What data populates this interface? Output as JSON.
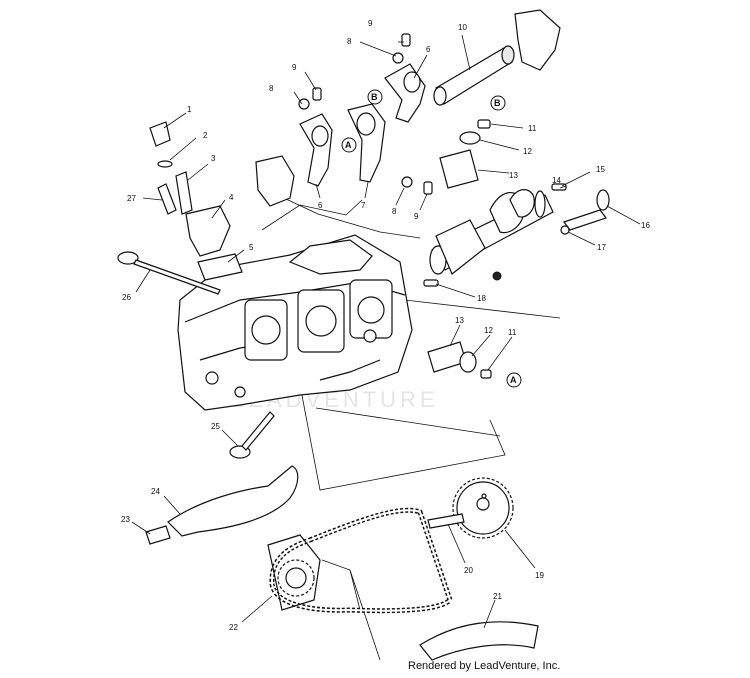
{
  "callouts": [
    {
      "id": "c1",
      "label": "1"
    },
    {
      "id": "c2",
      "label": "2"
    },
    {
      "id": "c3",
      "label": "3"
    },
    {
      "id": "c4",
      "label": "4"
    },
    {
      "id": "c5",
      "label": "5"
    },
    {
      "id": "c6a",
      "label": "6"
    },
    {
      "id": "c6b",
      "label": "6"
    },
    {
      "id": "c7",
      "label": "7"
    },
    {
      "id": "c8a",
      "label": "8"
    },
    {
      "id": "c8b",
      "label": "8"
    },
    {
      "id": "c8c",
      "label": "8"
    },
    {
      "id": "c9a",
      "label": "9"
    },
    {
      "id": "c9b",
      "label": "9"
    },
    {
      "id": "c9c",
      "label": "9"
    },
    {
      "id": "c10",
      "label": "10"
    },
    {
      "id": "c11a",
      "label": "11"
    },
    {
      "id": "c11b",
      "label": "11"
    },
    {
      "id": "c12a",
      "label": "12"
    },
    {
      "id": "c12b",
      "label": "12"
    },
    {
      "id": "c13a",
      "label": "13"
    },
    {
      "id": "c13b",
      "label": "13"
    },
    {
      "id": "c14",
      "label": "14"
    },
    {
      "id": "c15",
      "label": "15"
    },
    {
      "id": "c16",
      "label": "16"
    },
    {
      "id": "c17",
      "label": "17"
    },
    {
      "id": "c18",
      "label": "18"
    },
    {
      "id": "c19",
      "label": "19"
    },
    {
      "id": "c20",
      "label": "20"
    },
    {
      "id": "c21",
      "label": "21"
    },
    {
      "id": "c22",
      "label": "22"
    },
    {
      "id": "c23",
      "label": "23"
    },
    {
      "id": "c24",
      "label": "24"
    },
    {
      "id": "c25",
      "label": "25"
    },
    {
      "id": "c26",
      "label": "26"
    },
    {
      "id": "c27",
      "label": "27"
    }
  ],
  "reference_marks": [
    {
      "id": "mA1",
      "label": "A"
    },
    {
      "id": "mA2",
      "label": "A"
    },
    {
      "id": "mB1",
      "label": "B"
    },
    {
      "id": "mB2",
      "label": "B"
    }
  ],
  "watermark": "LEADVENTURE",
  "credit": "Rendered by LeadVenture, Inc."
}
